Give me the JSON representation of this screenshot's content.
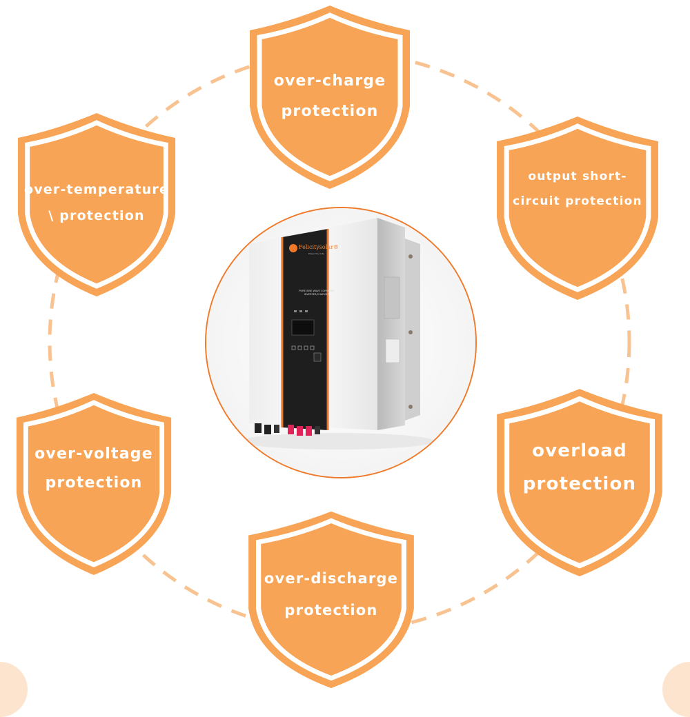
{
  "colors": {
    "accent": "#f8a456",
    "accent_dark": "#f07a2a",
    "ring_dash": "#f8c391"
  },
  "shields": {
    "charge": {
      "line1": "over-charge",
      "line2": "protection"
    },
    "temp": {
      "line1": "over-temperature",
      "line2": "\\ protection"
    },
    "short": {
      "line1": "output short-",
      "line2": "circuit protection"
    },
    "voltage": {
      "line1": "over-voltage",
      "line2": "protection"
    },
    "overload": {
      "line1": "overload",
      "line2": "protection"
    },
    "discharge": {
      "line1": "over-discharge",
      "line2": "protection"
    }
  },
  "product": {
    "brand": "Felicitysolar®",
    "tagline": "Power Your Life",
    "panel_label": "PURE SINE WAVE COMBINED INVERTER/CHARGER"
  }
}
